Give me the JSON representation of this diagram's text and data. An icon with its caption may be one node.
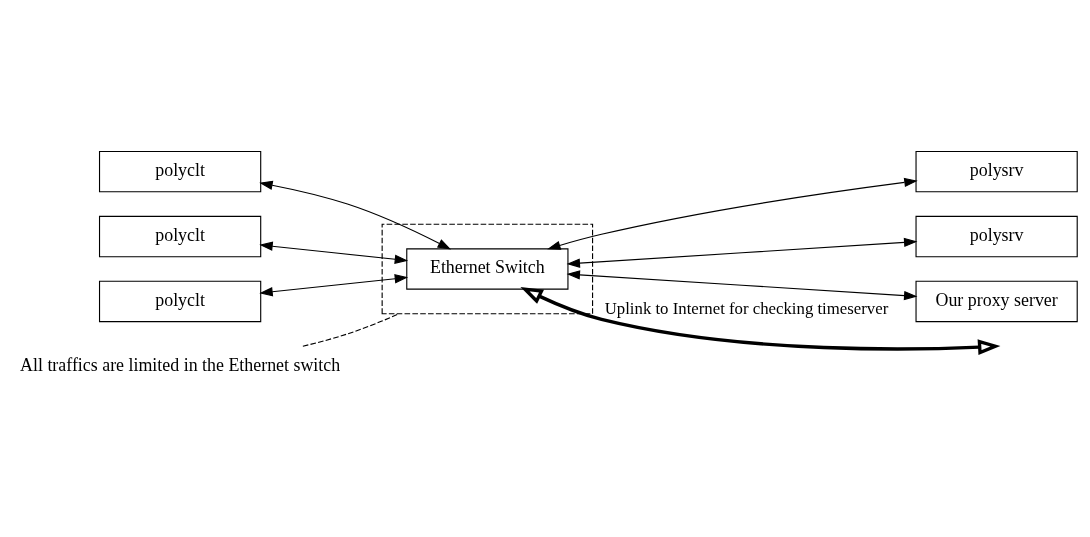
{
  "diagram": {
    "nodes": [
      {
        "text": [
          "polyclt"
        ]
      },
      {
        "text": [],
        "shape": "box"
      },
      {
        "text": [
          "Ethernet Switch"
        ],
        "in": 1
      },
      {
        "text": [
          "polysrv"
        ]
      },
      {
        "text": [
          "polyclt"
        ]
      },
      {
        "text": [
          "polyclt"
        ]
      },
      {
        "text": [
          "polysrv"
        ]
      },
      {
        "text": [
          "Our proxy server"
        ]
      },
      {
        "text": [
          "All traffics are limited in the Ethernet switch"
        ]
      }
    ],
    "edges": [
      {
        "from": 2,
        "to": null,
        "arrow": "both",
        "style": "thick",
        "label": "Uplink to Internet for checking timeserver"
      },
      {
        "from": 0,
        "to": 2,
        "arrow": "both"
      },
      {
        "from": 2,
        "to": 3,
        "arrow": "both"
      },
      {
        "from": 4,
        "to": 2,
        "arrow": "both"
      },
      {
        "from": 5,
        "to": 2,
        "arrow": "both"
      },
      {
        "from": 2,
        "to": 6,
        "arrow": "both"
      },
      {
        "from": 2,
        "to": 7,
        "arrow": "both"
      },
      {
        "from": 8,
        "to": 1,
        "arrow": "none",
        "style": "dashed"
      }
    ]
  }
}
